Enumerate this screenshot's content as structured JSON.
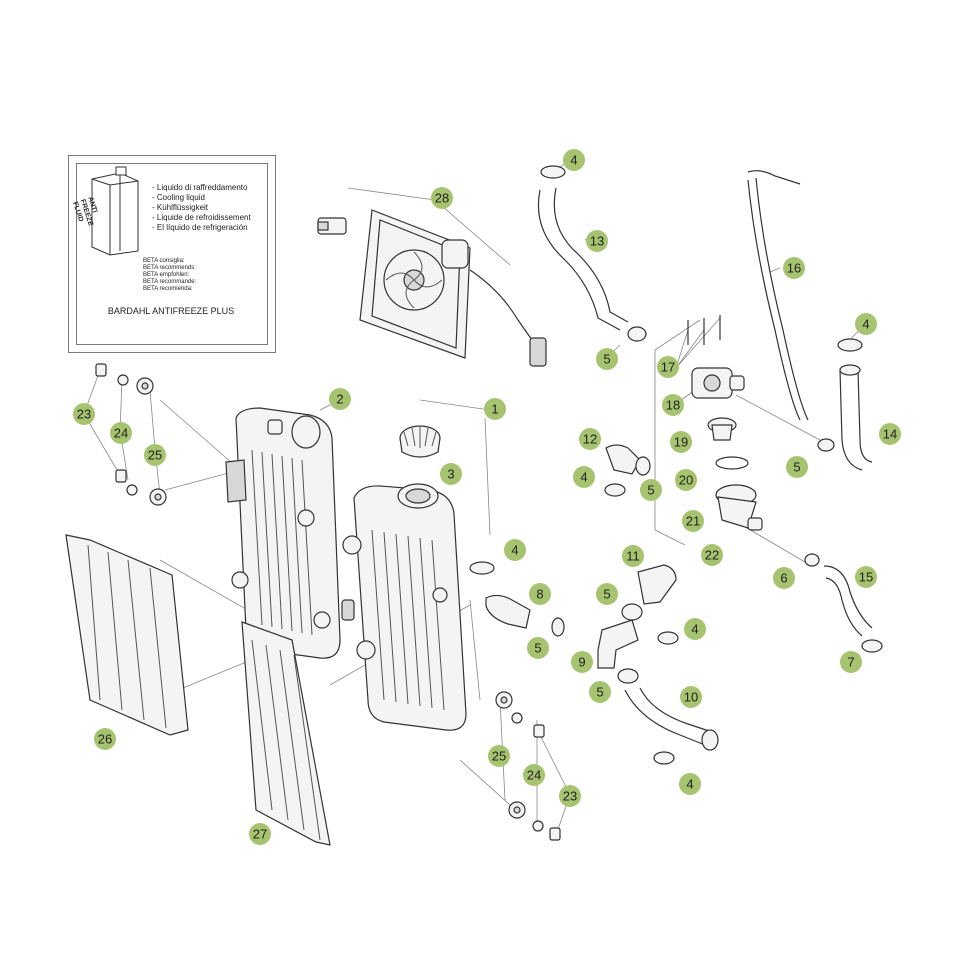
{
  "info_box": {
    "can_label_lines": [
      "ANTI",
      "FREEZE",
      "FLUID"
    ],
    "coolant_names": [
      "- Liquido di raffreddamento",
      "- Cooling liquid",
      "- Kühlflüssigkeit",
      "- Liquide de refroidissement",
      "- El líquido de refrigeración"
    ],
    "recommendations": [
      "BETA consiglia:",
      "BETA recommends:",
      "BETA empfohlen:",
      "BETA recommande:",
      "BETA recomienda:"
    ],
    "product": "BARDAHL ANTIFREEZE PLUS"
  },
  "colors": {
    "callout": "#a6c46f",
    "line": "#333333",
    "leader": "#888888"
  },
  "callouts": [
    {
      "id": "c28",
      "label": "28"
    },
    {
      "id": "c4a",
      "label": "4"
    },
    {
      "id": "c13",
      "label": "13"
    },
    {
      "id": "c16",
      "label": "16"
    },
    {
      "id": "c4b",
      "label": "4"
    },
    {
      "id": "c5a",
      "label": "5"
    },
    {
      "id": "c17",
      "label": "17"
    },
    {
      "id": "c18",
      "label": "18"
    },
    {
      "id": "c23a",
      "label": "23"
    },
    {
      "id": "c24a",
      "label": "24"
    },
    {
      "id": "c2",
      "label": "2"
    },
    {
      "id": "c1",
      "label": "1"
    },
    {
      "id": "c12",
      "label": "12"
    },
    {
      "id": "c19",
      "label": "19"
    },
    {
      "id": "c14",
      "label": "14"
    },
    {
      "id": "c25a",
      "label": "25"
    },
    {
      "id": "c3",
      "label": "3"
    },
    {
      "id": "c4c",
      "label": "4"
    },
    {
      "id": "c5b",
      "label": "5"
    },
    {
      "id": "c20",
      "label": "20"
    },
    {
      "id": "c5c",
      "label": "5"
    },
    {
      "id": "c21",
      "label": "21"
    },
    {
      "id": "c4d",
      "label": "4"
    },
    {
      "id": "c22",
      "label": "22"
    },
    {
      "id": "c11",
      "label": "11"
    },
    {
      "id": "c6",
      "label": "6"
    },
    {
      "id": "c15",
      "label": "15"
    },
    {
      "id": "c8",
      "label": "8"
    },
    {
      "id": "c5d",
      "label": "5"
    },
    {
      "id": "c4e",
      "label": "4"
    },
    {
      "id": "c5e",
      "label": "5"
    },
    {
      "id": "c9",
      "label": "9"
    },
    {
      "id": "c7",
      "label": "7"
    },
    {
      "id": "c5f",
      "label": "5"
    },
    {
      "id": "c10",
      "label": "10"
    },
    {
      "id": "c26",
      "label": "26"
    },
    {
      "id": "c25b",
      "label": "25"
    },
    {
      "id": "c24b",
      "label": "24"
    },
    {
      "id": "c4f",
      "label": "4"
    },
    {
      "id": "c23b",
      "label": "23"
    },
    {
      "id": "c27",
      "label": "27"
    }
  ]
}
